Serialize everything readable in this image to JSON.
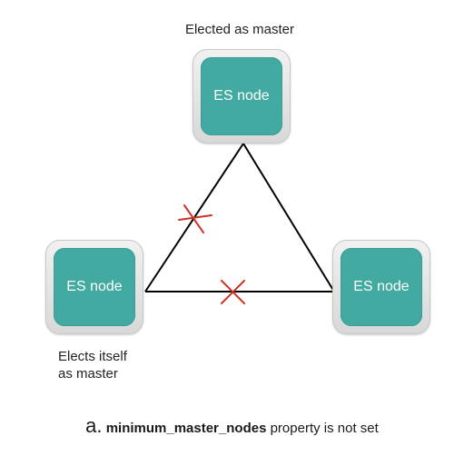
{
  "diagram": {
    "nodes": [
      {
        "id": "top",
        "label": "ES node"
      },
      {
        "id": "left",
        "label": "ES node"
      },
      {
        "id": "right",
        "label": "ES node"
      }
    ],
    "edges": [
      {
        "from": "top",
        "to": "left",
        "broken": true
      },
      {
        "from": "left",
        "to": "right",
        "broken": true
      },
      {
        "from": "top",
        "to": "right",
        "broken": false
      }
    ],
    "captions": {
      "top": "Elected as master",
      "left_line1": "Elects itself",
      "left_line2": "as master"
    },
    "footer": {
      "letter": "a.",
      "property": "minimum_master_nodes",
      "rest": "property is not set"
    }
  },
  "colors": {
    "node_fill": "#42aaa0",
    "edge": "#000000",
    "break_mark": "#cc3322"
  }
}
